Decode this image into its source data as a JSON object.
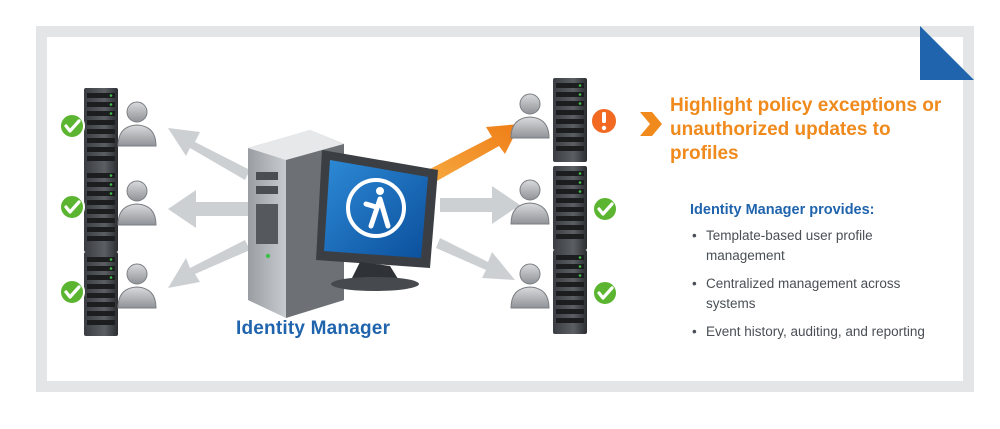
{
  "diagram": {
    "center_label": "Identity Manager",
    "headline": "Highlight policy exceptions or unauthorized updates to profiles",
    "provides_title": "Identity Manager provides:",
    "features": [
      "Template-based user profile management",
      "Centralized management across systems",
      "Event history, auditing, and reporting"
    ]
  },
  "colors": {
    "accent_blue": "#1f64ad",
    "accent_orange": "#f08a1c",
    "check_green": "#5cb531",
    "alert_orange": "#f26a21",
    "frame_gray": "#e3e5e7",
    "arrow_gray": "#cdd0d3"
  },
  "icons": [
    "server-icon",
    "user-icon",
    "check-icon",
    "alert-icon",
    "monitor-icon",
    "tower-icon"
  ]
}
